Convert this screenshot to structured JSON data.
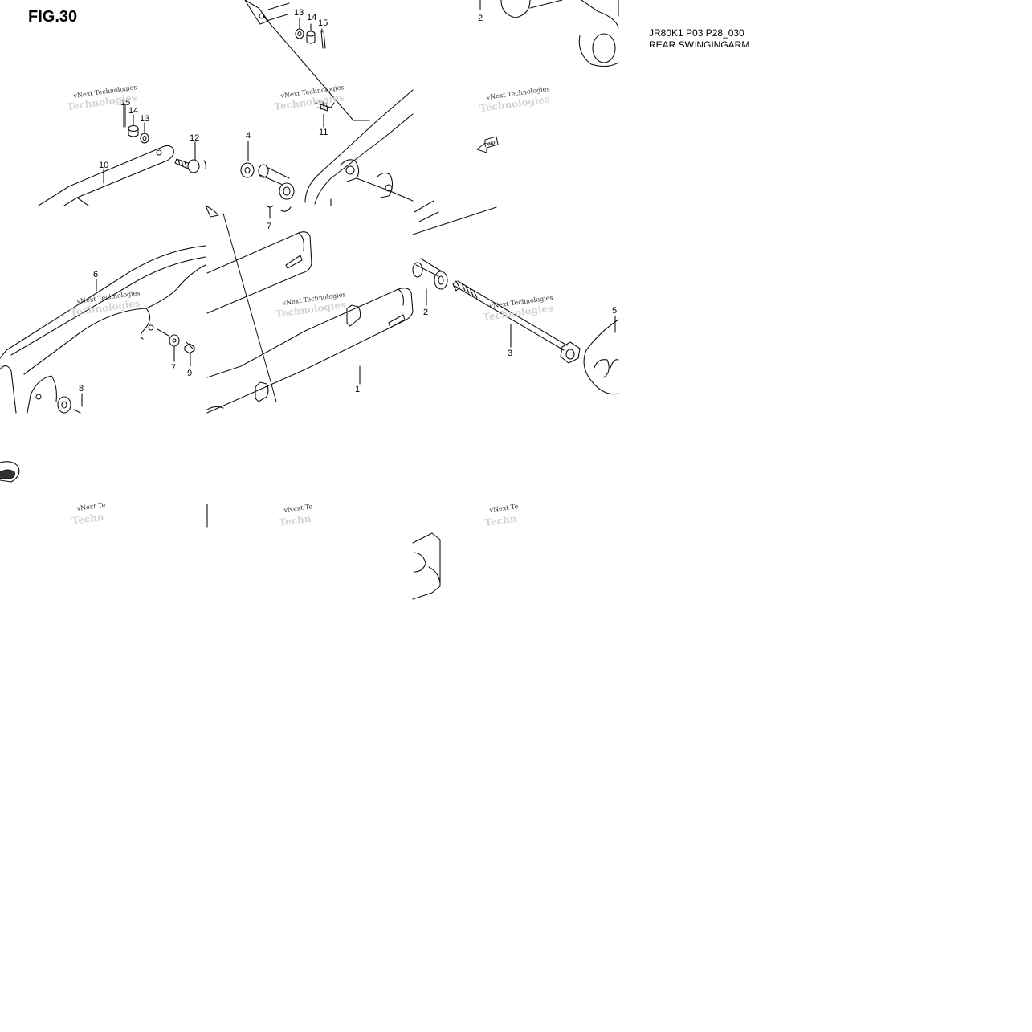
{
  "figure_number": "FIG.30",
  "header": {
    "code": "JR80K1 P03 P28_030",
    "title": "REAR SWINGINGARM"
  },
  "callouts": [
    "1",
    "2",
    "2",
    "3",
    "4",
    "5",
    "6",
    "7",
    "7",
    "8",
    "9",
    "10",
    "11",
    "12",
    "13",
    "13",
    "14",
    "14",
    "15",
    "15"
  ],
  "watermark": {
    "line1": "vNext Technologies",
    "line2": "Technologies",
    "clipped_line1": "vNext Te",
    "clipped_line2": "Techn"
  },
  "fwd_arrow_label": "FWD"
}
